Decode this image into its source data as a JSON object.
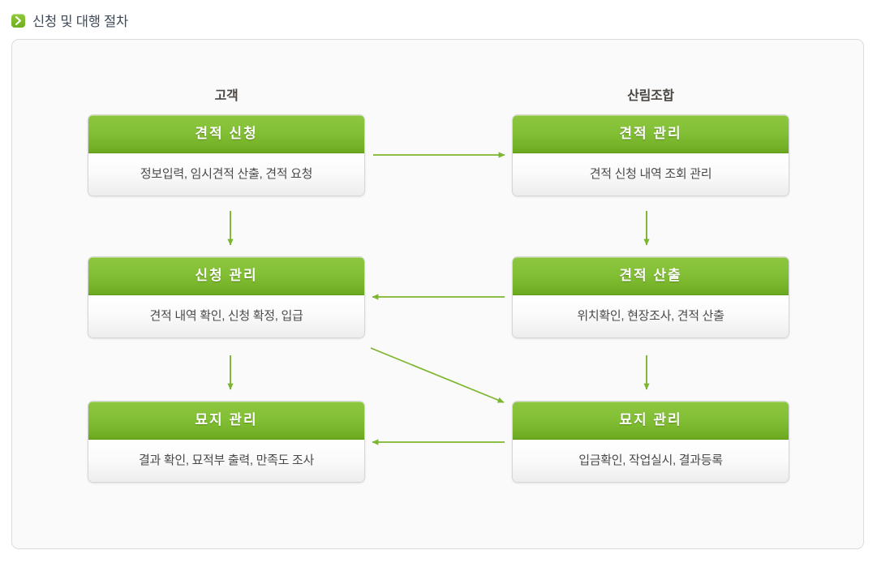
{
  "heading": {
    "icon": "chevron-right-icon",
    "title": "신청 및 대행 절차"
  },
  "colors": {
    "accent_green": "#8dc63f",
    "accent_green_dark": "#6aa81f",
    "arrow_green": "#7cb52e",
    "heading_text": "#3f4a57",
    "panel_bg": "#fafafa",
    "panel_border": "#dcdcdc",
    "card_body_text": "#4a4a4a",
    "caption_text": "#4c4742"
  },
  "diagram": {
    "type": "process-flow",
    "columns": [
      {
        "id": "customer",
        "label": "고객"
      },
      {
        "id": "forestry-union",
        "label": "산림조합"
      }
    ],
    "nodes": [
      {
        "id": "quote-request",
        "column": "customer",
        "row": 1,
        "title": "견적 신청",
        "detail": "정보입력, 임시견적 산출, 견적 요청"
      },
      {
        "id": "quote-management",
        "column": "forestry-union",
        "row": 1,
        "title": "견적 관리",
        "detail": "견적 신청 내역 조회 관리"
      },
      {
        "id": "application-management",
        "column": "customer",
        "row": 2,
        "title": "신청 관리",
        "detail": "견적 내역 확인, 신청 확정, 입급"
      },
      {
        "id": "quote-calculation",
        "column": "forestry-union",
        "row": 2,
        "title": "견적 산출",
        "detail": "위치확인, 현장조사, 견적 산출"
      },
      {
        "id": "grave-management-customer",
        "column": "customer",
        "row": 3,
        "title": "묘지 관리",
        "detail": "결과 확인, 묘적부 출력, 만족도 조사"
      },
      {
        "id": "grave-management-union",
        "column": "forestry-union",
        "row": 3,
        "title": "묘지 관리",
        "detail": "입금확인, 작업실시, 결과등록"
      }
    ],
    "edges": [
      {
        "id": "edge-quote-request-to-quote-management",
        "from": "quote-request",
        "to": "quote-management",
        "direction": "right"
      },
      {
        "id": "edge-quote-request-to-application-management",
        "from": "quote-request",
        "to": "application-management",
        "direction": "down"
      },
      {
        "id": "edge-quote-management-to-quote-calculation",
        "from": "quote-management",
        "to": "quote-calculation",
        "direction": "down"
      },
      {
        "id": "edge-quote-calculation-to-application-management",
        "from": "quote-calculation",
        "to": "application-management",
        "direction": "left"
      },
      {
        "id": "edge-application-management-to-grave-management-customer",
        "from": "application-management",
        "to": "grave-management-customer",
        "direction": "down"
      },
      {
        "id": "edge-application-management-to-grave-management-union",
        "from": "application-management",
        "to": "grave-management-union",
        "direction": "diagonal-down-right"
      },
      {
        "id": "edge-quote-calculation-to-grave-management-union",
        "from": "quote-calculation",
        "to": "grave-management-union",
        "direction": "down"
      },
      {
        "id": "edge-grave-management-union-to-grave-management-customer",
        "from": "grave-management-union",
        "to": "grave-management-customer",
        "direction": "left"
      }
    ]
  }
}
